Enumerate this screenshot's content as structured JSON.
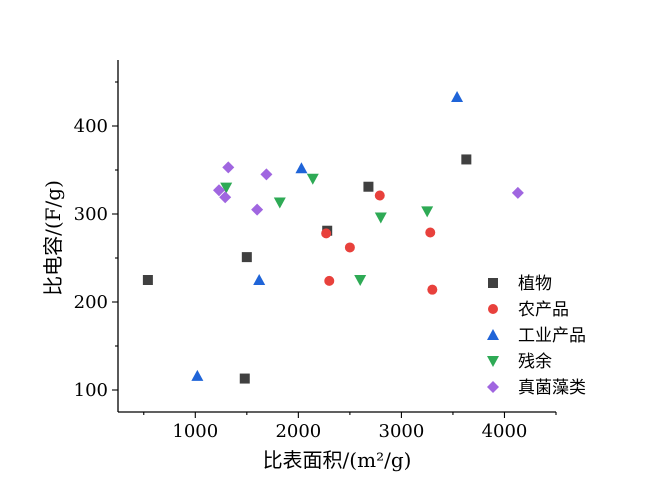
{
  "chart_data": {
    "type": "scatter",
    "xlabel": "比表面积/(m²/g)",
    "ylabel": "比电容/(F/g)",
    "xlim": [
      250,
      4500
    ],
    "ylim": [
      75,
      475
    ],
    "x_ticks": [
      1000,
      2000,
      3000,
      4000
    ],
    "y_ticks": [
      100,
      200,
      300,
      400
    ],
    "legend_position": "right",
    "grid": false,
    "series": [
      {
        "name": "植物",
        "color": "#404040",
        "marker": "square",
        "points": [
          {
            "x": 540,
            "y": 225
          },
          {
            "x": 1480,
            "y": 113
          },
          {
            "x": 1500,
            "y": 251
          },
          {
            "x": 2280,
            "y": 281
          },
          {
            "x": 2680,
            "y": 331
          },
          {
            "x": 3630,
            "y": 362
          }
        ]
      },
      {
        "name": "农产品",
        "color": "#e8413c",
        "marker": "circle",
        "points": [
          {
            "x": 2270,
            "y": 278
          },
          {
            "x": 2300,
            "y": 224
          },
          {
            "x": 2500,
            "y": 262
          },
          {
            "x": 2790,
            "y": 321
          },
          {
            "x": 3280,
            "y": 279
          },
          {
            "x": 3300,
            "y": 214
          }
        ]
      },
      {
        "name": "工业产品",
        "color": "#1f64d8",
        "marker": "triangle-up",
        "points": [
          {
            "x": 1020,
            "y": 116
          },
          {
            "x": 1620,
            "y": 225
          },
          {
            "x": 2030,
            "y": 352
          },
          {
            "x": 3540,
            "y": 433
          }
        ]
      },
      {
        "name": "残余",
        "color": "#2eaa55",
        "marker": "triangle-down",
        "points": [
          {
            "x": 1300,
            "y": 330
          },
          {
            "x": 1820,
            "y": 313
          },
          {
            "x": 2140,
            "y": 340
          },
          {
            "x": 2600,
            "y": 225
          },
          {
            "x": 2800,
            "y": 296
          },
          {
            "x": 3250,
            "y": 303
          }
        ]
      },
      {
        "name": "真菌藻类",
        "color": "#a066e0",
        "marker": "diamond",
        "points": [
          {
            "x": 1230,
            "y": 327
          },
          {
            "x": 1290,
            "y": 319
          },
          {
            "x": 1320,
            "y": 353
          },
          {
            "x": 1600,
            "y": 305
          },
          {
            "x": 1690,
            "y": 345
          },
          {
            "x": 4130,
            "y": 324
          }
        ]
      }
    ]
  }
}
